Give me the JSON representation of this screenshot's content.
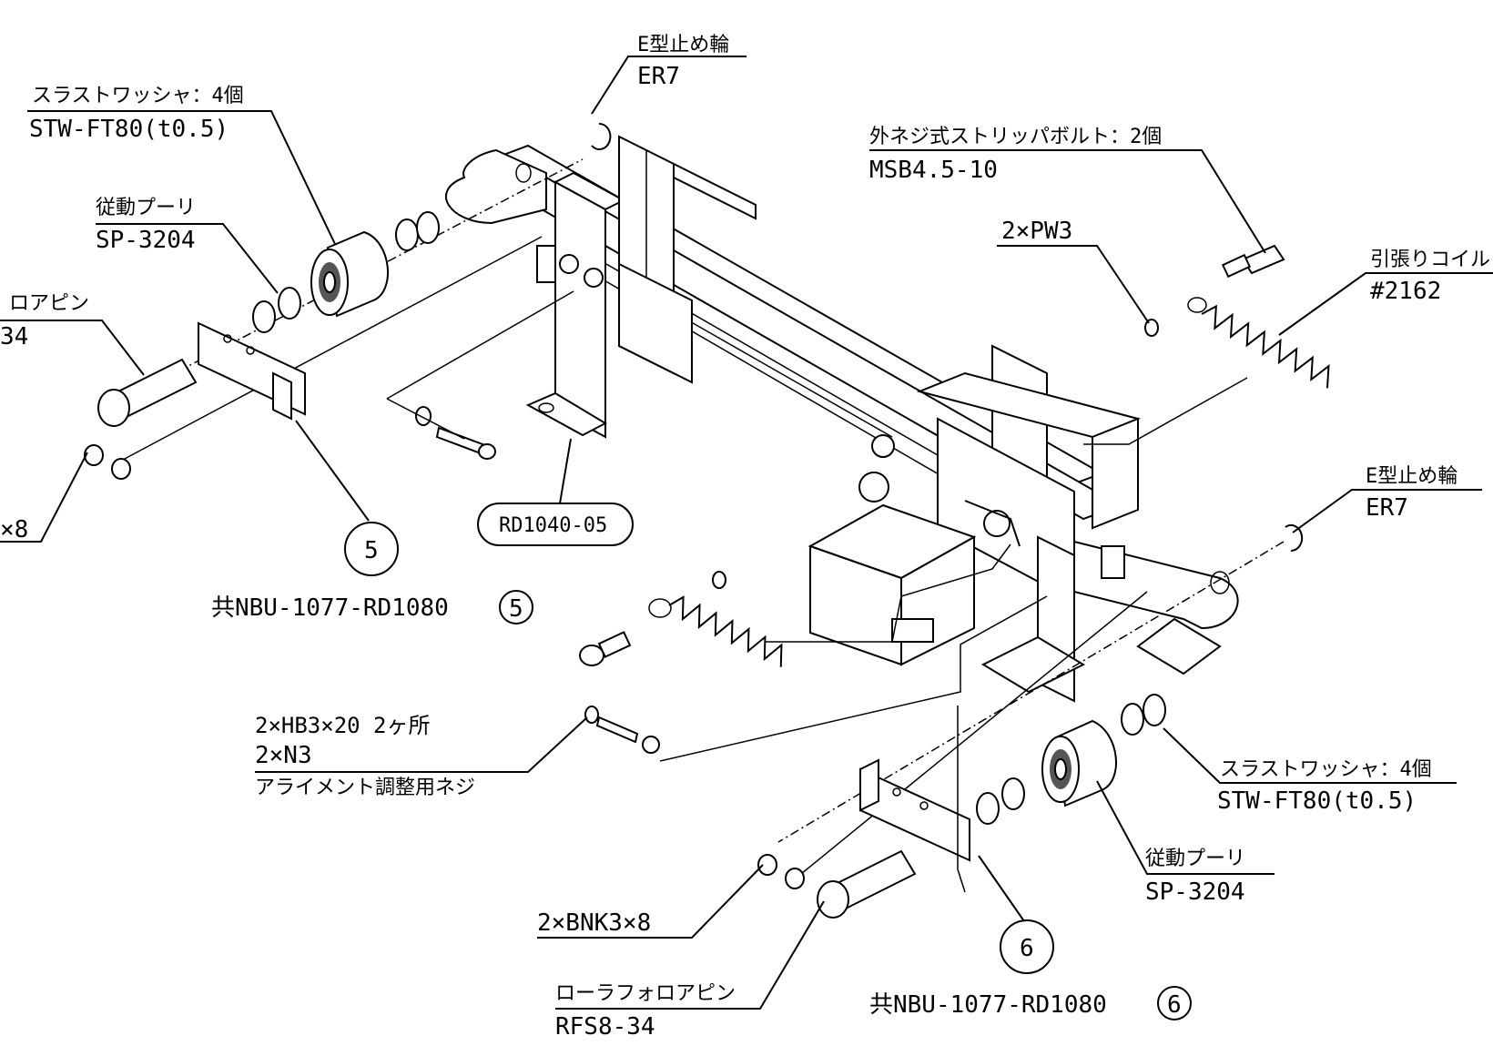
{
  "labels": {
    "e_ring_top_title": "E型止め輪",
    "e_ring_top_code": "ER7",
    "thrust_top_title": "スラストワッシャ：4個",
    "thrust_top_code": "STW-FT80(t0.5)",
    "pulley_top_title": "従動プーリ",
    "pulley_top_code": "SP-3204",
    "pin_top_title": "ロアピン",
    "pin_top_code": "34",
    "bnk_top_code": "×8",
    "strip_bolt_title": "外ネジ式ストリッパボルト：2個",
    "strip_bolt_code": "MSB4.5-10",
    "pw_code": "2×PW3",
    "spring_title": "引張りコイル",
    "spring_code": "#2162",
    "frame_code": "RD1040-05",
    "item5_number": "5",
    "item5_ref": "共NBU-1077-RD1080",
    "item5_ref_num": "5",
    "e_ring_right_title": "E型止め輪",
    "e_ring_right_code": "ER7",
    "hb_line1": "2×HB3×20  2ヶ所",
    "hb_line2": "2×N3",
    "hb_line3": "アライメント調整用ネジ",
    "thrust_bottom_title": "スラストワッシャ：4個",
    "thrust_bottom_code": "STW-FT80(t0.5)",
    "pulley_bottom_title": "従動プーリ",
    "pulley_bottom_code": "SP-3204",
    "bnk_bottom_code": "2×BNK3×8",
    "item6_number": "6",
    "pin_bottom_title": "ローラフォロアピン",
    "pin_bottom_code": "RFS8-34",
    "item6_ref": "共NBU-1077-RD1080",
    "item6_ref_num": "6"
  }
}
